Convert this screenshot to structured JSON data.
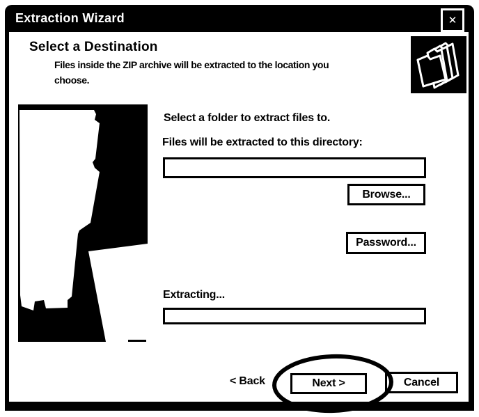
{
  "window": {
    "title": "Extraction Wizard"
  },
  "icons": {
    "close": "✕",
    "header_icon_name": "folder-stack-icon",
    "sidebar_graphic_name": "abstract-extraction-art"
  },
  "header": {
    "title": "Select a Destination",
    "description_line1": "Files inside the ZIP archive will be extracted to the location you",
    "description_line2": "choose."
  },
  "main": {
    "instruction": "Select a folder to extract files to.",
    "directory_label": "Files will be extracted to this directory:",
    "directory_value": "",
    "browse_label": "Browse...",
    "password_label": "Password...",
    "extracting_label": "Extracting...",
    "progress_percent": 0
  },
  "footer": {
    "back_label": "< Back",
    "next_label": "Next >",
    "cancel_label": "Cancel",
    "annotation": "hand-drawn ellipse circling the Next button"
  },
  "colors": {
    "foreground": "#000000",
    "background": "#ffffff"
  }
}
